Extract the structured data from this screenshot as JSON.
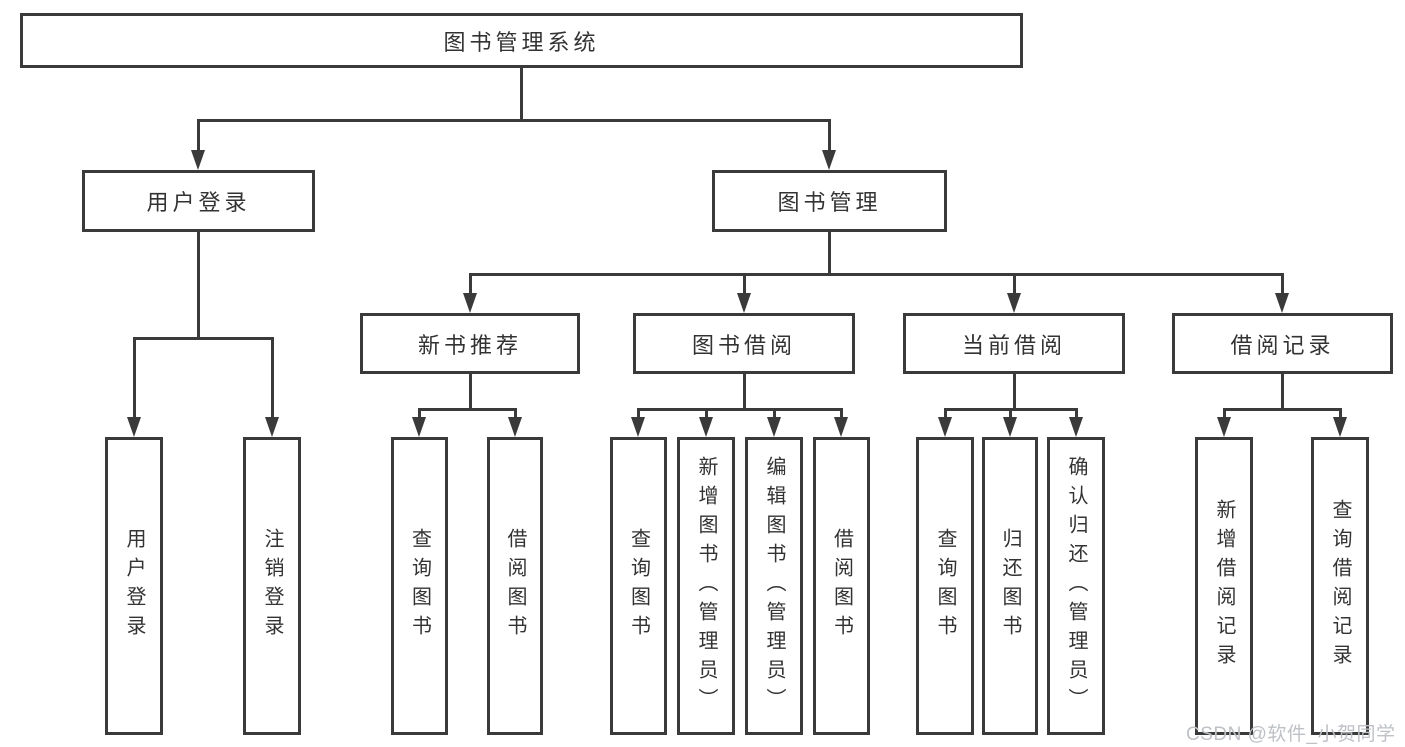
{
  "diagram_type": "hierarchy-tree",
  "colors": {
    "background": "#ffffff",
    "line": "#3a3a3a",
    "text": "#333333",
    "watermark": "#bec1c6"
  },
  "tree": {
    "root": "图书管理系统",
    "children": [
      {
        "label": "用户登录",
        "children": [
          {
            "label": "用户登录"
          },
          {
            "label": "注销登录"
          }
        ]
      },
      {
        "label": "图书管理",
        "children": [
          {
            "label": "新书推荐",
            "children": [
              {
                "label": "查询图书"
              },
              {
                "label": "借阅图书"
              }
            ]
          },
          {
            "label": "图书借阅",
            "children": [
              {
                "label": "查询图书"
              },
              {
                "label": "新增图书（管理员）"
              },
              {
                "label": "编辑图书（管理员）"
              },
              {
                "label": "借阅图书"
              }
            ]
          },
          {
            "label": "当前借阅",
            "children": [
              {
                "label": "查询图书"
              },
              {
                "label": "归还图书"
              },
              {
                "label": "确认归还（管理员）"
              }
            ]
          },
          {
            "label": "借阅记录",
            "children": [
              {
                "label": "新增借阅记录"
              },
              {
                "label": "查询借阅记录"
              }
            ]
          }
        ]
      }
    ]
  },
  "watermark": {
    "text": "CSDN @软件_小贺同学"
  }
}
